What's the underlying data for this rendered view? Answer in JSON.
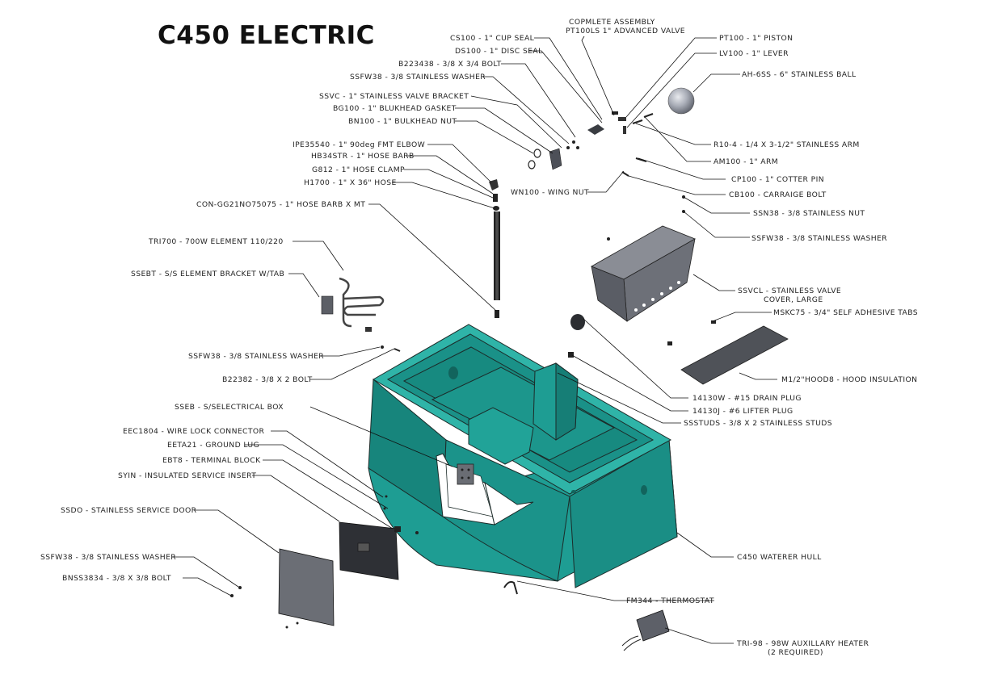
{
  "title": "C450 ELECTRIC",
  "labels": {
    "complete_assembly_1": "COPMLETE ASSEMBLY",
    "complete_assembly_2": "PT100LS 1\" ADVANCED VALVE",
    "cs100": "CS100 - 1\" CUP SEAL",
    "ds100": "DS100 - 1\" DISC SEAL",
    "b223438": "B223438 - 3/8 X 3/4 BOLT",
    "ssfw38_top": "SSFW38 - 3/8 STAINLESS WASHER",
    "ssvc": "SSVC - 1\" STAINLESS VALVE BRACKET",
    "bg100": "BG100 - 1\" BLUKHEAD GASKET",
    "bn100": "BN100 - 1\" BULKHEAD NUT",
    "ipe35540": "IPE35540 - 1\" 90deg FMT ELBOW",
    "hb34str": "HB34STR - 1\" HOSE BARB",
    "g812": "G812 - 1\" HOSE CLAMP",
    "h1700": "H1700 - 1\" X 36\" HOSE",
    "con_gg": "CON-GG21NO75075 - 1\" HOSE BARB X MT",
    "tri700": "TRI700 - 700W ELEMENT 110/220",
    "ssebt": "SSEBT - S/S ELEMENT BRACKET W/TAB",
    "ssfw38_left": "SSFW38 - 3/8 STAINLESS WASHER",
    "b22382": "B22382 - 3/8 X 2 BOLT",
    "sseb": "SSEB - S/SELECTRICAL BOX",
    "eec1804": "EEC1804 - WIRE LOCK CONNECTOR",
    "eeta21": "EETA21 - GROUND LUG",
    "ebt8": "EBT8 - TERMINAL BLOCK",
    "syin": "SYIN - INSULATED SERVICE INSERT",
    "ssdo": "SSDO - STAINLESS SERVICE DOOR",
    "ssfw38_bottom": "SSFW38 - 3/8 STAINLESS WASHER",
    "bnss3834": "BNSS3834 - 3/8 X 3/8 BOLT",
    "pt100": "PT100 - 1\" PISTON",
    "lv100": "LV100 - 1\" LEVER",
    "ah6ss": "AH-6SS - 6\" STAINLESS BALL",
    "r104": "R10-4 - 1/4 X 3-1/2\" STAINLESS ARM",
    "am100": "AM100 - 1\" ARM",
    "cp100": "CP100 - 1\" COTTER PIN",
    "wn100": "WN100 - WING NUT",
    "cb100": "CB100 - CARRAIGE BOLT",
    "ssn38": "SSN38 - 3/8 STAINLESS NUT",
    "ssfw38_right": "SSFW38 - 3/8 STAINLESS WASHER",
    "ssvcl_1": "SSVCL - STAINLESS VALVE",
    "ssvcl_2": "COVER, LARGE",
    "mskc75": "MSKC75 - 3/4\" SELF ADHESIVE TABS",
    "hood": "M1/2\"HOOD8 - HOOD INSULATION",
    "drain": "14130W - #15 DRAIN PLUG",
    "lifter": "14130J - #6 LIFTER PLUG",
    "ssstuds": "SSSTUDS - 3/8 X 2 STAINLESS STUDS",
    "hull": "C450 WATERER HULL",
    "fm344": "FM344 - THERMOSTAT",
    "tri98_1": "TRI-98 - 98W AUXILLARY HEATER",
    "tri98_2": "(2 REQUIRED)"
  },
  "colors": {
    "hull": "#1e9d93",
    "hull_dark": "#157d75",
    "hull_light": "#2fb4a8",
    "cover": "#70737b",
    "dark_part": "#3a3d42",
    "ball": "#a9adb7"
  }
}
